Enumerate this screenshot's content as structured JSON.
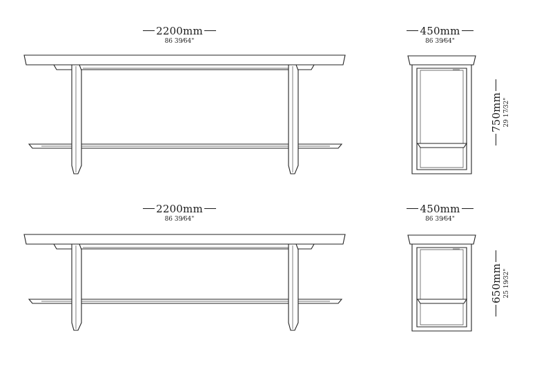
{
  "drawing": {
    "top": {
      "front_width": {
        "mm": "2200mm",
        "inch": "86 39⁄64\""
      },
      "side_depth": {
        "mm": "450mm",
        "inch": "86 39⁄64\""
      },
      "height": {
        "mm": "750mm",
        "inch": "29 17⁄32\""
      }
    },
    "bottom": {
      "front_width": {
        "mm": "2200mm",
        "inch": "86 39⁄64\""
      },
      "side_depth": {
        "mm": "450mm",
        "inch": "86 39⁄64\""
      },
      "height": {
        "mm": "650mm",
        "inch": "25 19⁄32\""
      }
    }
  }
}
